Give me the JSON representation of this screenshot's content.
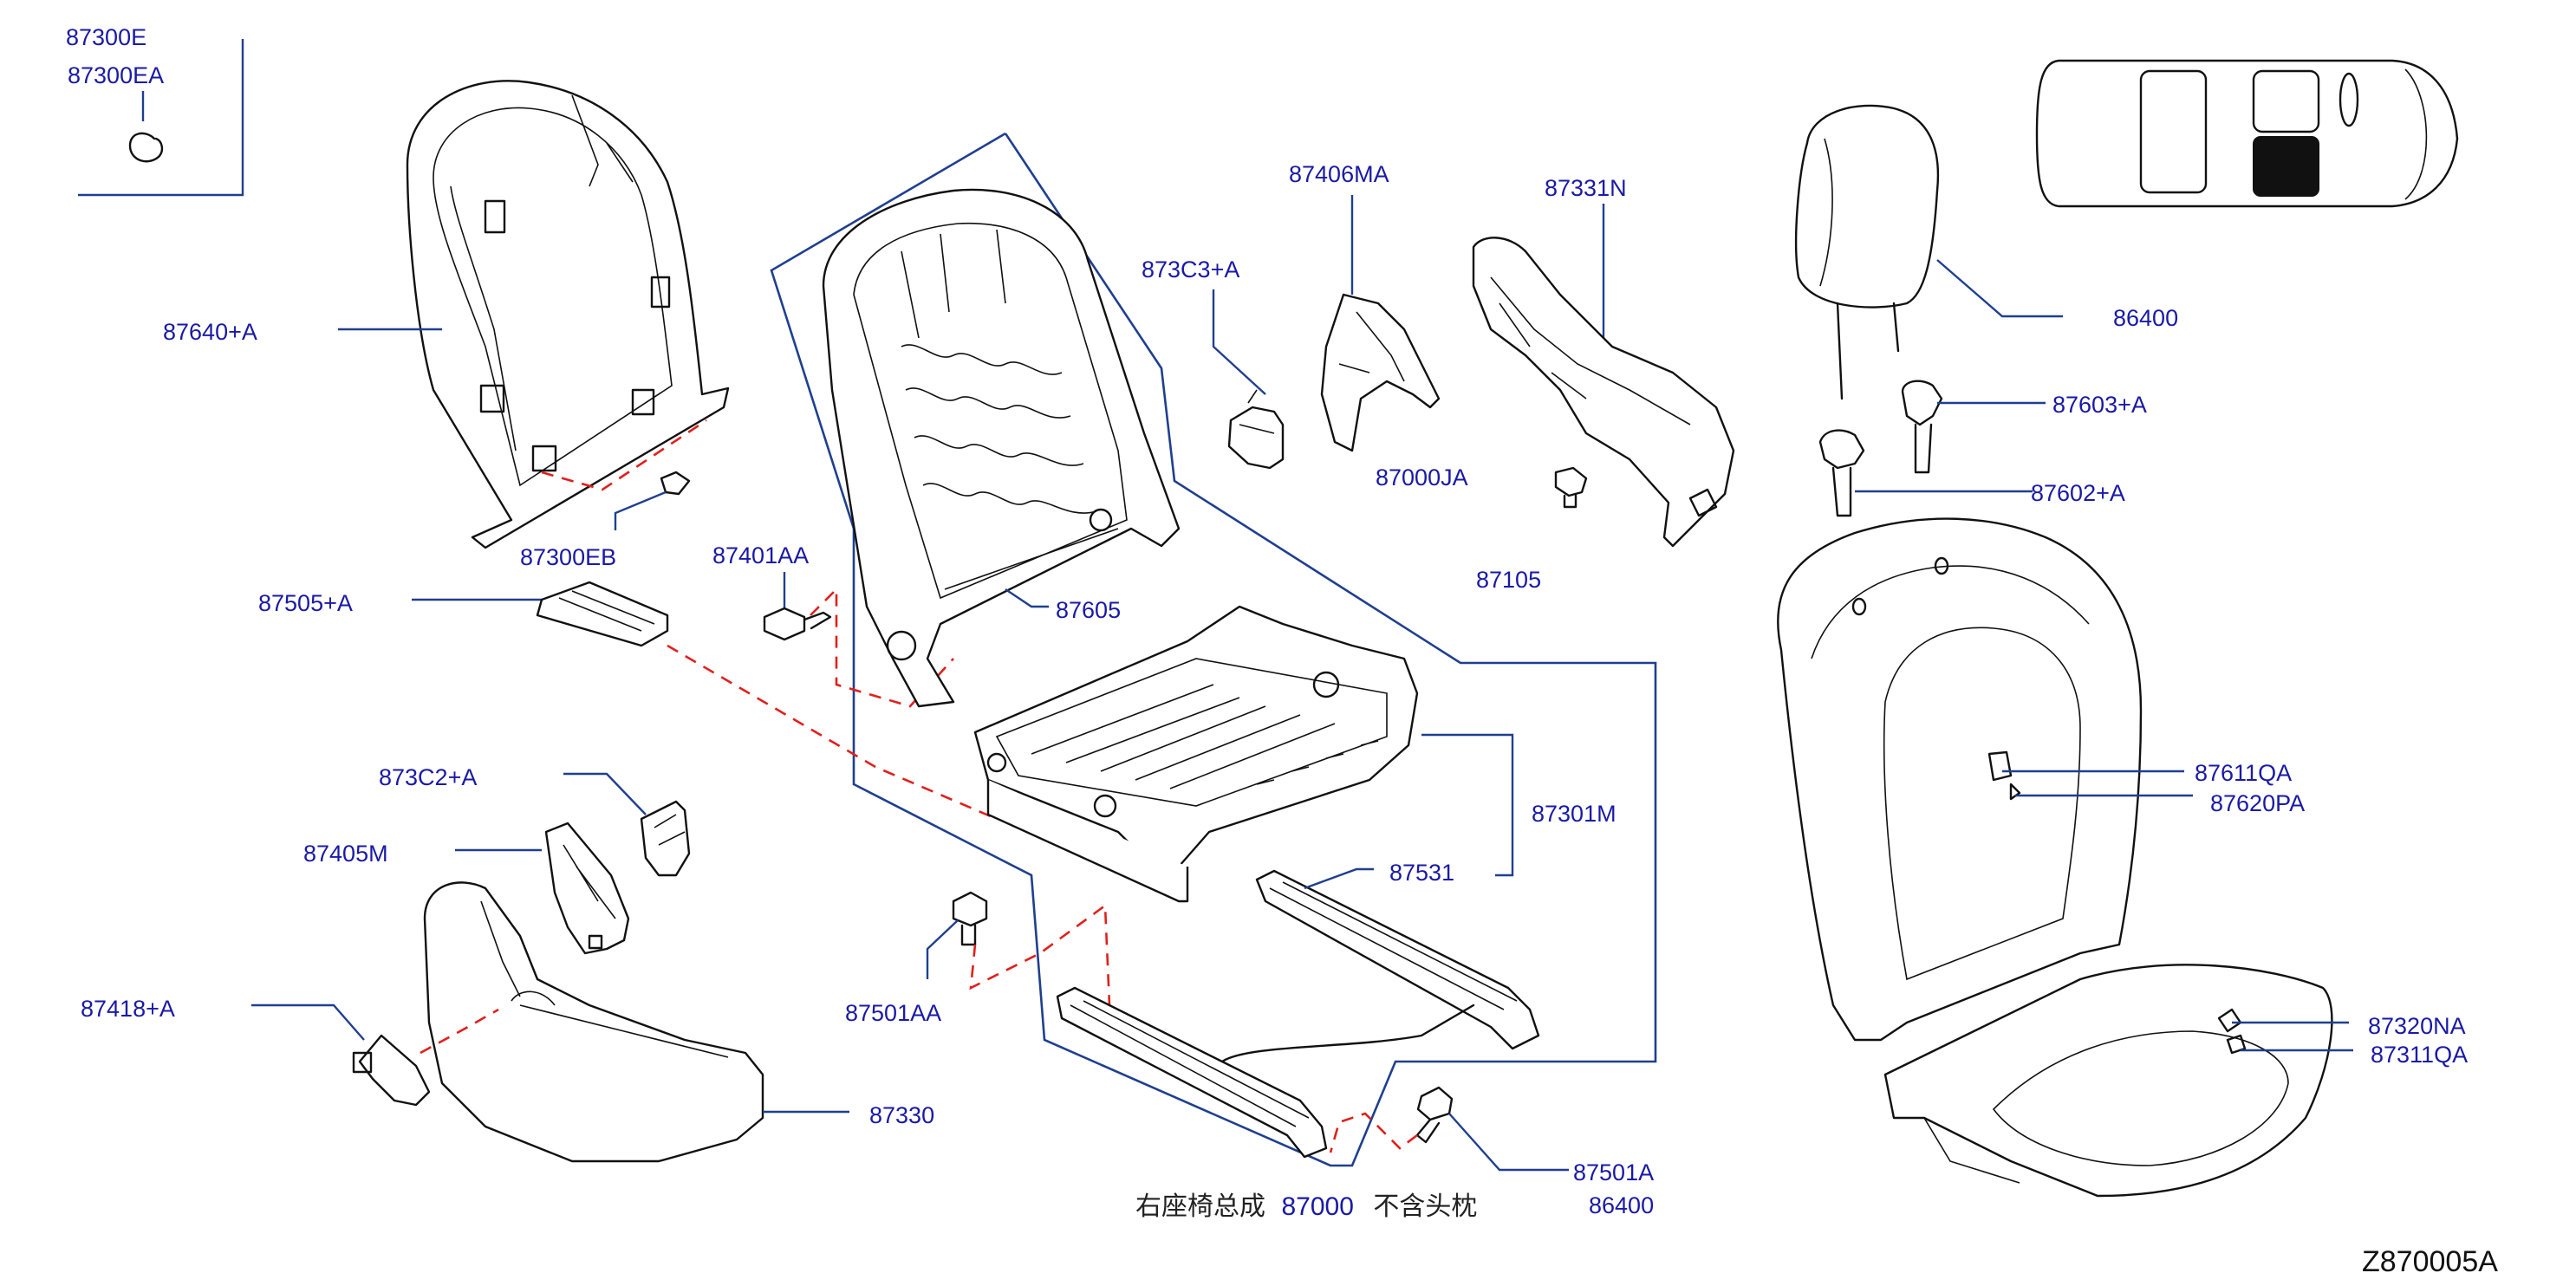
{
  "labels": {
    "l87300E": "87300E",
    "l87300EA": "87300EA",
    "l87640A": "87640+A",
    "l87300EB": "87300EB",
    "l87505A": "87505+A",
    "l87401AA": "87401AA",
    "l873C2A": "873C2+A",
    "l87405M": "87405M",
    "l87418A": "87418+A",
    "l87330": "87330",
    "l87501AA": "87501AA",
    "l87605": "87605",
    "l87406MA": "87406MA",
    "l873C3A": "873C3+A",
    "l87331N": "87331N",
    "l87000JA": "87000JA",
    "l87105": "87105",
    "l87301M": "87301M",
    "l87531": "87531",
    "l87501A": "87501A",
    "l86400b": "86400",
    "l86400": "86400",
    "l87603A": "87603+A",
    "l87602A": "87602+A",
    "l87611QA": "87611QA",
    "l87620PA": "87620PA",
    "l87320NA": "87320NA",
    "l87311QA": "87311QA"
  },
  "footer": {
    "text_left": "右座椅总成",
    "part_number": "87000",
    "text_right": "不含头枕"
  },
  "diagram_code": "Z870005A",
  "colors": {
    "label": "#1a1aa6",
    "leader": "#1f3f8f",
    "dashed_connector": "#e0201c",
    "drawing": "#111111"
  }
}
